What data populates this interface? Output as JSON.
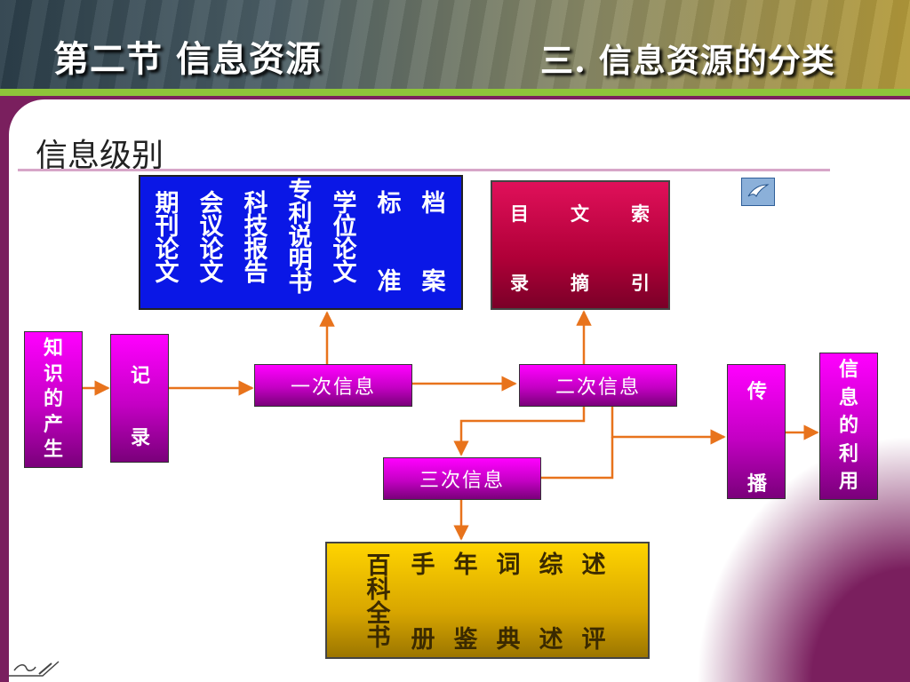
{
  "header": {
    "title_left": "第二节  信息资源",
    "title_right": "三. 信息资源的分类"
  },
  "section_title": "信息级别",
  "primary_types": {
    "columns": [
      {
        "chars": [
          "期",
          "刊",
          "论",
          "文"
        ]
      },
      {
        "chars": [
          "会",
          "议",
          "论",
          "文"
        ]
      },
      {
        "chars": [
          "科",
          "技",
          "报",
          "告"
        ]
      },
      {
        "chars": [
          "专",
          "利",
          "说",
          "明",
          "书"
        ]
      },
      {
        "chars": [
          "学",
          "位",
          "论",
          "文"
        ]
      },
      {
        "chars": [
          "标",
          "准"
        ]
      },
      {
        "chars": [
          "档",
          "案"
        ]
      }
    ]
  },
  "secondary_types": {
    "columns": [
      {
        "top": "目",
        "bottom": "录"
      },
      {
        "top": "文",
        "bottom": "摘"
      },
      {
        "top": "索",
        "bottom": "引"
      }
    ]
  },
  "tertiary_types": {
    "columns": [
      {
        "chars": [
          "百",
          "科",
          "全",
          "书"
        ]
      },
      {
        "chars": [
          "手",
          "册"
        ]
      },
      {
        "chars": [
          "年",
          "鉴"
        ]
      },
      {
        "chars": [
          "词",
          "典"
        ]
      },
      {
        "chars": [
          "综",
          "述"
        ]
      },
      {
        "chars": [
          "述",
          "评"
        ]
      }
    ]
  },
  "flow": {
    "knowledge": [
      "知",
      "识",
      "的",
      "产",
      "生"
    ],
    "record": [
      "记",
      "录"
    ],
    "primary": "一次信息",
    "secondary": "二次信息",
    "tertiary": "三次信息",
    "spread": [
      "传",
      "播"
    ],
    "use": [
      "信",
      "息",
      "的",
      "利",
      "用"
    ]
  },
  "colors": {
    "accent_green": "#8ec43a",
    "arrow": "#e8731c",
    "magenta": "#cc00cc",
    "blue": "#0a17e6",
    "crimson": "#c8004a",
    "gold": "#e0b000"
  },
  "icons": {
    "top_right": "bird-icon",
    "bottom_left": "pen-nav-icon"
  }
}
